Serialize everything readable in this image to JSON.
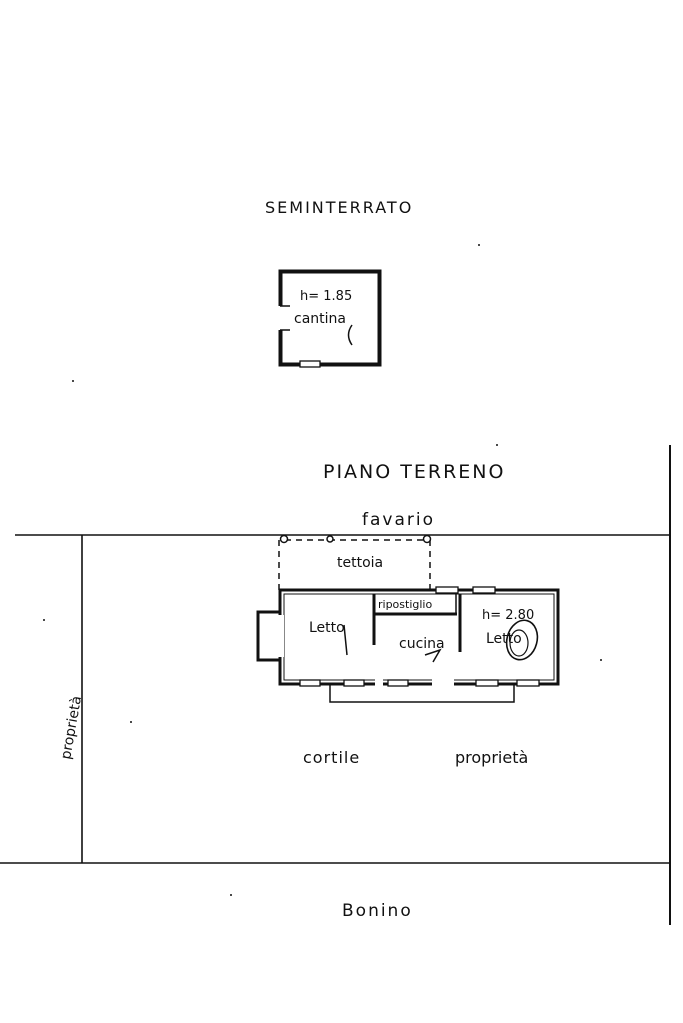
{
  "basement": {
    "title": "SEMINTERRATO",
    "height": "h= 1.85",
    "room": "cantina"
  },
  "ground_floor": {
    "title": "PIANO TERRENO",
    "canopy": "tettoia",
    "storage": "ripostiglio",
    "bedroom_left": "Letto",
    "kitchen": "cucina",
    "height": "h= 2.80",
    "bedroom_right": "Letto"
  },
  "surroundings": {
    "north": "favario",
    "west": "proprietà",
    "courtyard": "cortile",
    "east_property": "proprietà",
    "south": "Bonino"
  }
}
